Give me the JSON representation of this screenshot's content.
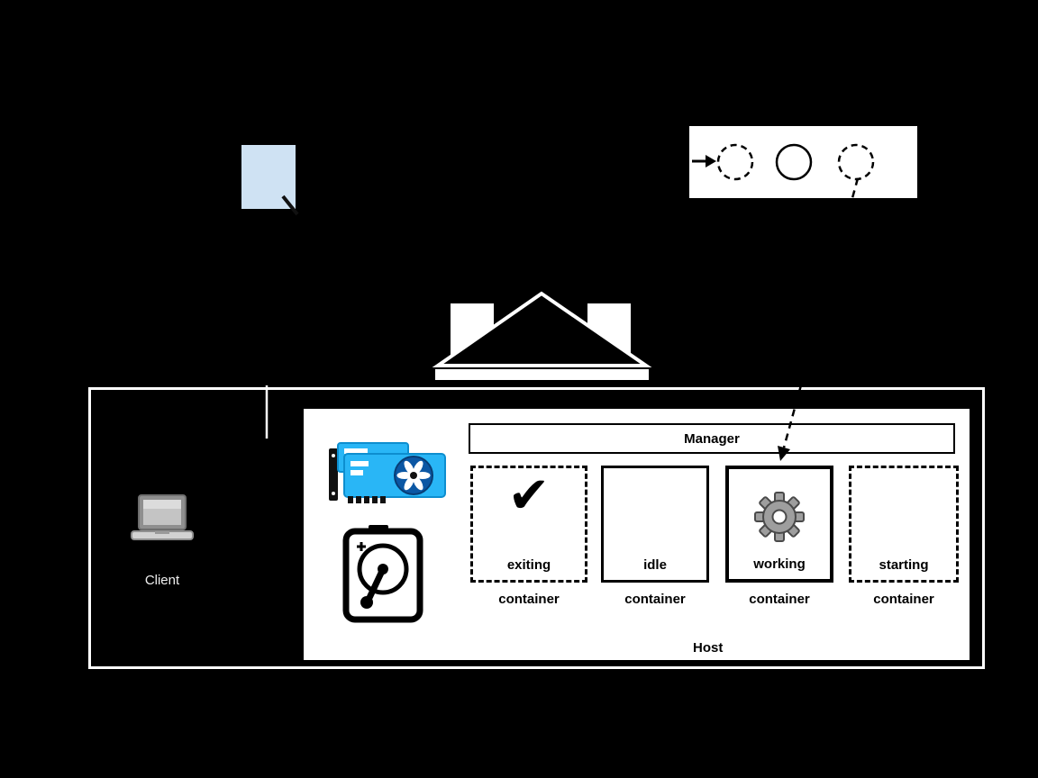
{
  "client": {
    "label": "Client"
  },
  "job_document": {
    "color": "#cfe2f3"
  },
  "scaling_box": {
    "circles": [
      {
        "style": "dashed"
      },
      {
        "style": "solid"
      },
      {
        "style": "dashed"
      }
    ]
  },
  "host": {
    "label": "Host",
    "manager": {
      "label": "Manager"
    },
    "containers": [
      {
        "state_label": "exiting",
        "type_label": "container",
        "border_style": "dashed",
        "icon": "checkmark-icon"
      },
      {
        "state_label": "idle",
        "type_label": "container",
        "border_style": "solid",
        "icon": ""
      },
      {
        "state_label": "working",
        "type_label": "container",
        "border_style": "solid",
        "icon": "gear-icon"
      },
      {
        "state_label": "starting",
        "type_label": "container",
        "border_style": "dashed",
        "icon": ""
      }
    ],
    "resources": [
      "gpu",
      "hard-disk"
    ]
  },
  "icons": {
    "checkmark": "✔",
    "names": [
      "document-icon",
      "laptop-icon",
      "gpu-icon",
      "hard-disk-icon",
      "gear-icon",
      "checkmark-icon",
      "house-icon",
      "queue-circles"
    ]
  },
  "colors": {
    "background": "#000000",
    "document_blue": "#cfe2f3",
    "gpu_blue": "#29b6f6",
    "gear_gray": "#9e9e9e",
    "panel_white": "#ffffff"
  }
}
